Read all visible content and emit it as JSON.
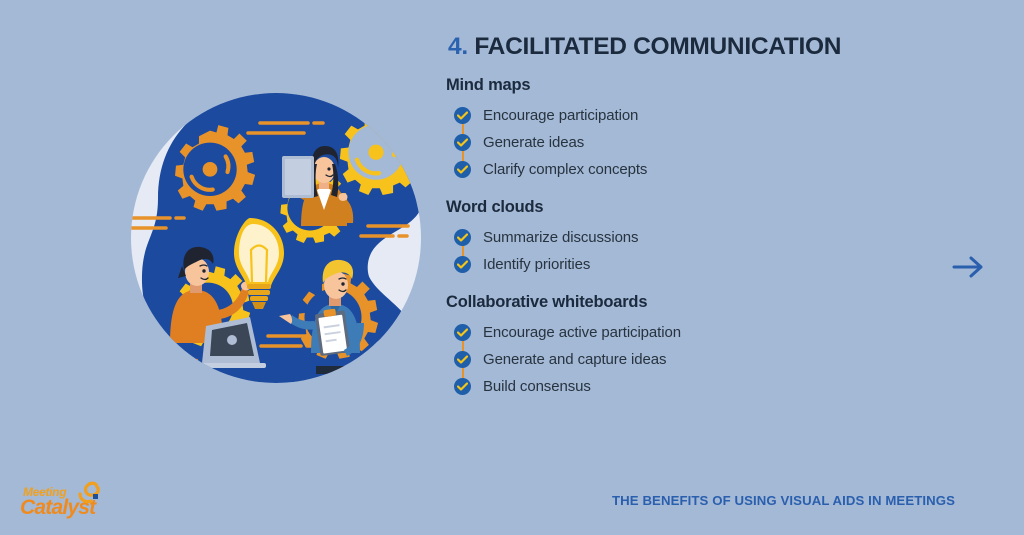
{
  "slide": {
    "number": "4.",
    "title": "FACILITATED COMMUNICATION",
    "background_color": "#a4b9d6",
    "accent_blue": "#2b62b0",
    "accent_yellow": "#f5c518",
    "accent_orange": "#e8922a",
    "text_color": "#1b2a3d"
  },
  "groups": [
    {
      "heading": "Mind maps",
      "items": [
        "Encourage participation",
        "Generate ideas",
        "Clarify complex concepts"
      ]
    },
    {
      "heading": "Word clouds",
      "items": [
        "Summarize discussions",
        "Identify priorities"
      ]
    },
    {
      "heading": "Collaborative whiteboards",
      "items": [
        "Encourage active participation",
        "Generate and capture ideas",
        "Build consensus"
      ]
    }
  ],
  "next_arrow": {
    "icon": "arrow-right-icon"
  },
  "footer": {
    "title": "THE BENEFITS OF USING VISUAL AIDS IN MEETINGS"
  },
  "logo": {
    "line1": "Meeting",
    "line2": "Catalyst",
    "mark": "swirl-icon"
  },
  "illustration": {
    "name": "teamwork-gears-lightbulb-illustration",
    "elements": [
      "outer-circle",
      "blue-blob",
      "gear-yellow-large",
      "gear-orange-large",
      "gear-yellow-small",
      "gear-orange-small",
      "lightbulb",
      "person-woman-presenting",
      "person-man-laptop",
      "person-man-clipboard",
      "speed-lines"
    ]
  }
}
